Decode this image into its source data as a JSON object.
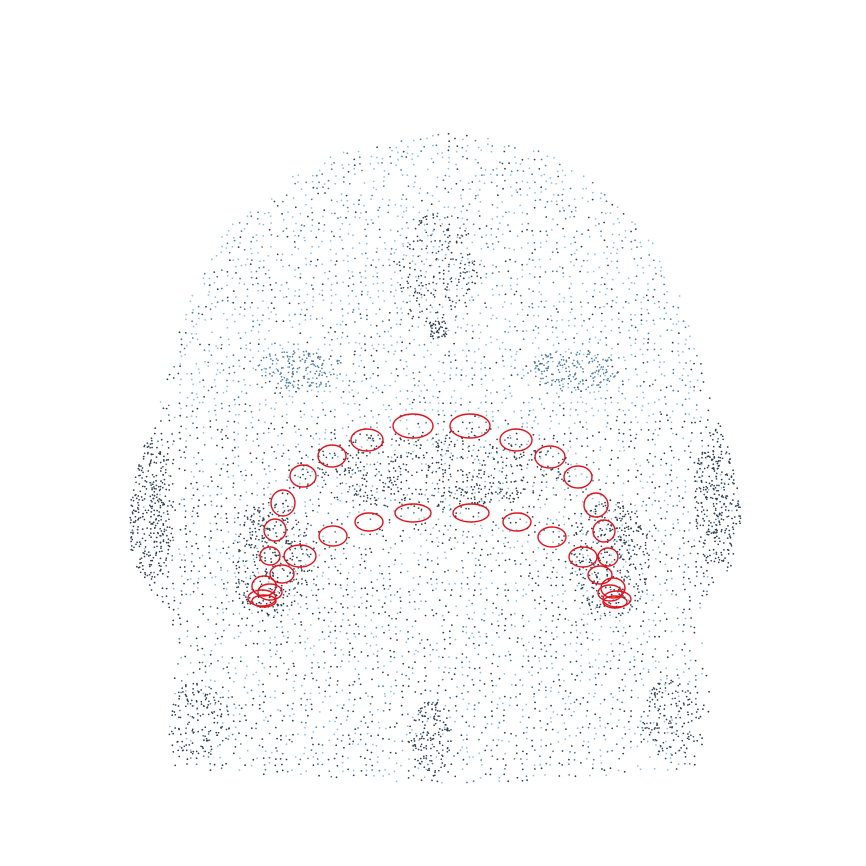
{
  "figure": {
    "kind": "3D point cloud render of a skull (bottom view) with dental outlines",
    "colors": {
      "background": "#ffffff",
      "point_dark": "#2f3f4f",
      "point_mid": "#4f7f9f",
      "point_light": "#8fc0e8",
      "tooth_outline": "#e0141e"
    },
    "upper_teeth_count": 16,
    "lower_teeth_count": 16
  }
}
